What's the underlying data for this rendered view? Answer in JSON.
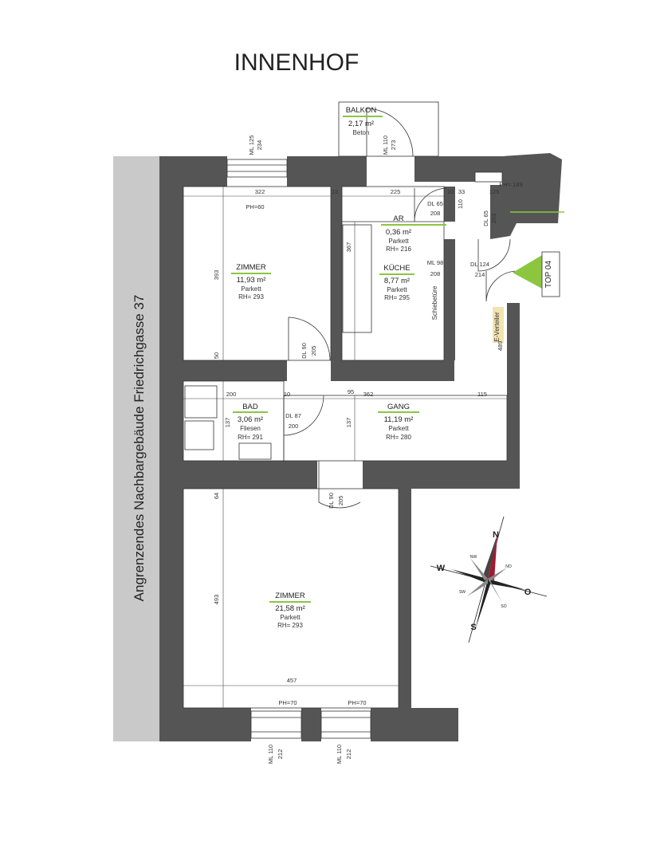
{
  "title": "INNENHOF",
  "neighbor_label": "Angrenzendes Nachbargebäude Friedrichgasse 37",
  "top_label": "TOP 04",
  "e_verteiler": "E-Verteiler",
  "schiebetuere": "Schiebetüre",
  "rooms": {
    "balkon": {
      "name": "BALKON",
      "area": "2,17 m²",
      "floor": "Beton"
    },
    "zimmer1": {
      "name": "ZIMMER",
      "area": "11,93 m²",
      "floor": "Parkett",
      "height": "RH= 293"
    },
    "ar": {
      "name": "AR",
      "area": "0,36 m²",
      "floor": "Parkett",
      "height": "RH= 216"
    },
    "kueche": {
      "name": "KÜCHE",
      "area": "8,77 m²",
      "floor": "Parkett",
      "height": "RH= 295"
    },
    "bad": {
      "name": "BAD",
      "area": "3,06 m²",
      "floor": "Fliesen",
      "height": "RH= 291"
    },
    "gang": {
      "name": "GANG",
      "area": "11,19 m²",
      "floor": "Parkett",
      "height": "RH= 280"
    },
    "zimmer2": {
      "name": "ZIMMER",
      "area": "21,58 m²",
      "floor": "Parkett",
      "height": "RH= 293"
    }
  },
  "labels": {
    "ph60": "PH=60",
    "ph189": "PH= 189",
    "ph70a": "PH=70",
    "ph70b": "PH=70",
    "ml125": "ML 125",
    "ml125h": "234",
    "ml110b": "ML 110",
    "ml110bh": "273",
    "dl65a": "DL 65",
    "dl65ah": "208",
    "dl65b": "DL 65",
    "dl65bh": "203",
    "ml98": "ML 98",
    "ml98h": "208",
    "dl124": "DL 124",
    "dl124h": "214",
    "dl90a": "DL 90",
    "dl90ah": "205",
    "dl87": "DL 87",
    "dl87h": "200",
    "dl90b": "DL 90",
    "dl90bh": "205",
    "ml110c": "ML 110",
    "ml110ch": "212",
    "ml110d": "ML 110",
    "ml110dh": "212"
  },
  "dims": {
    "d322": "322",
    "d13": "13",
    "d225": "225",
    "d10a": "10",
    "d33": "33",
    "d125": "125",
    "d393": "393",
    "d367": "367",
    "d110": "110",
    "d50": "50",
    "d200": "200",
    "d10b": "10",
    "d95": "95",
    "d362": "362",
    "d115": "115",
    "d137a": "137",
    "d137b": "137",
    "d489": "489",
    "d64": "64",
    "d493": "493",
    "d457": "457"
  },
  "compass": {
    "n": "N",
    "s": "S",
    "w": "W",
    "o": "O",
    "nw": "NW",
    "no": "NO",
    "sw": "SW",
    "so": "SO"
  }
}
